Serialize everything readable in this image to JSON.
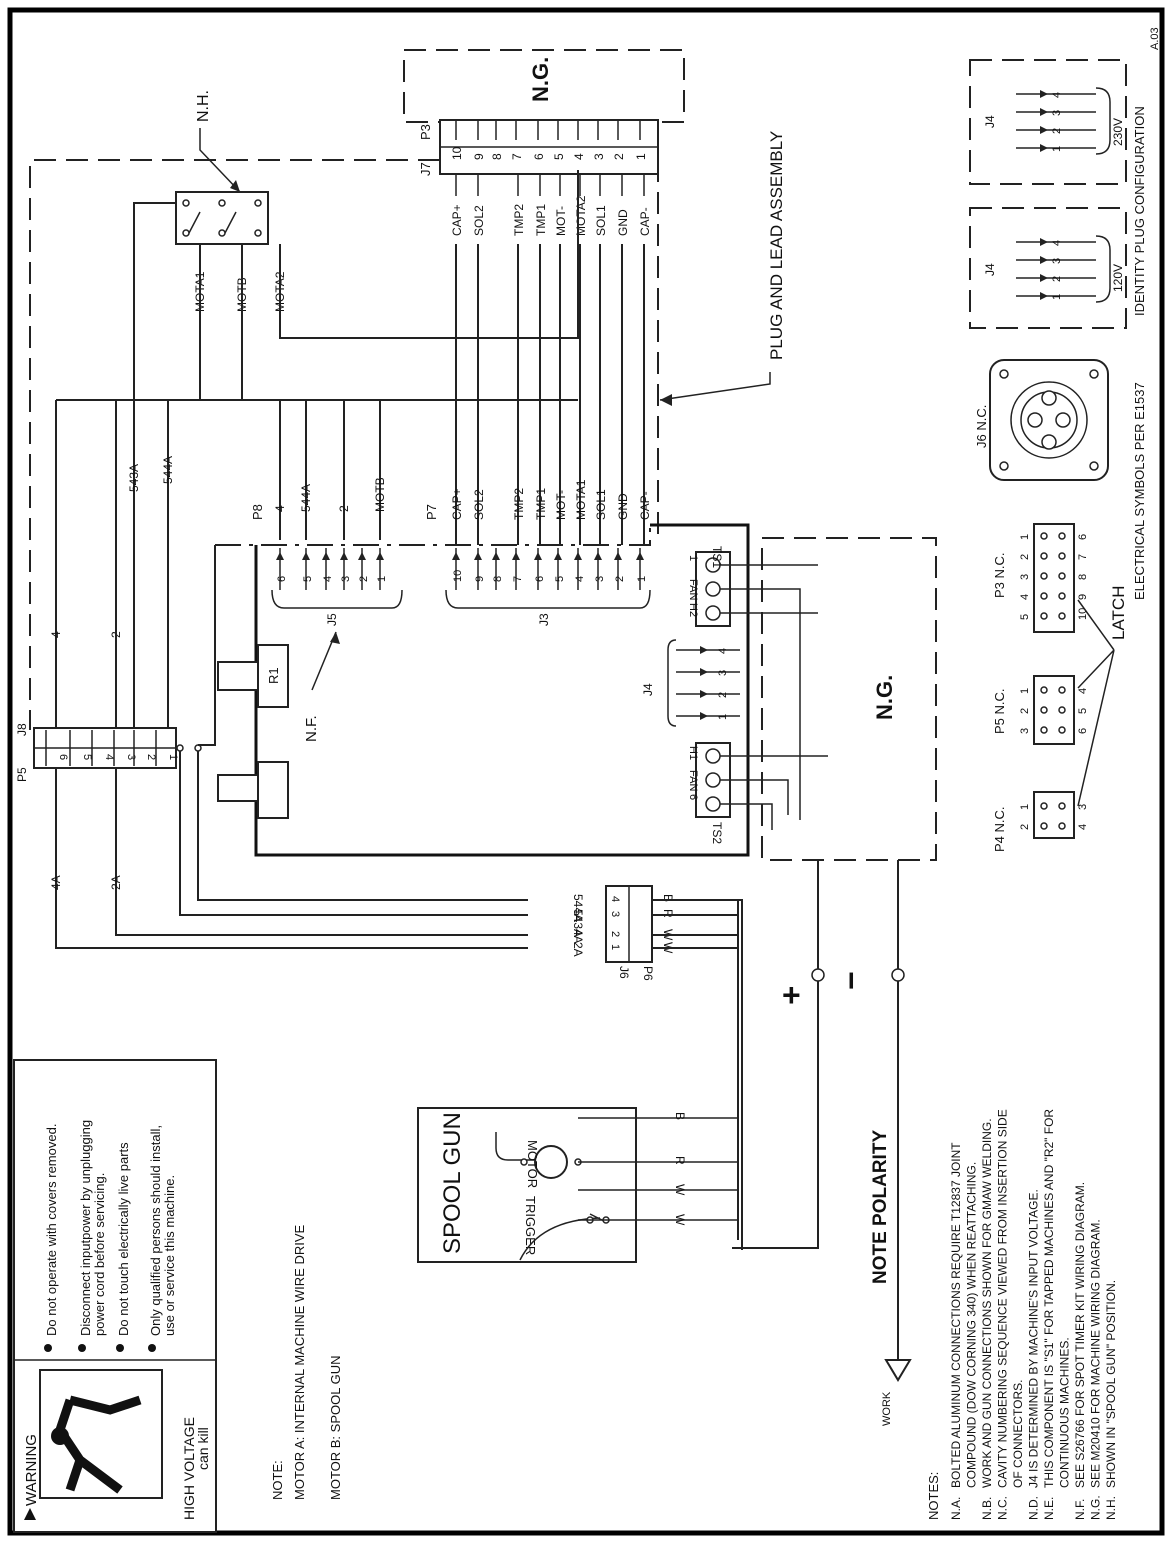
{
  "doc_id": "A.03",
  "warning": {
    "title": "WARNING",
    "caption_line1": "HIGH VOLTAGE",
    "caption_line2": "can kill",
    "bullet1": "Do not operate with covers removed.",
    "bullet2_line1": "Disconnect inputpower by unplugging",
    "bullet2_line2": "power cord before servicing.",
    "bullet3": "Do not touch electrically live parts",
    "bullet4_line1": "Only qualified persons should install,",
    "bullet4_line2": "use or service this machine."
  },
  "motor_note": {
    "heading": "NOTE:",
    "line1": "MOTOR A: INTERNAL MACHINE WIRE DRIVE",
    "line2": "MOTOR B: SPOOL GUN"
  },
  "labels": {
    "ng_top": "N.G.",
    "ng_right": "N.G.",
    "nh": "N.H.",
    "nf": "N.F.",
    "plug_assembly": "PLUG AND LEAD ASSEMBLY",
    "note_polarity": "NOTE POLARITY",
    "work": "WORK",
    "plus": "+",
    "minus": "−",
    "spool_gun": "SPOOL GUN",
    "motor": "MOTOR",
    "trigger": "TRIGGER",
    "r1": "R1",
    "latch": "LATCH",
    "electrical_symbols": "ELECTRICAL SYMBOLS PER E1537",
    "identity_plug": "IDENTITY PLUG CONFIGURATION",
    "v120": "120V",
    "v230": "230V",
    "j4": "J4",
    "j6nc": "J6 N.C.",
    "p3nc": "P3 N.C.",
    "p5nc": "P5 N.C.",
    "p4nc": "P4 N.C.",
    "ts1": "TS1",
    "ts2": "TS2",
    "fan": "FAN",
    "h1": "H1",
    "h2": "H2",
    "p3": "P3",
    "j7": "J7",
    "p7": "P7",
    "p8": "P8",
    "j3": "J3",
    "j5": "J5",
    "j4_board": "J4",
    "p5": "P5",
    "j8": "J8",
    "p6": "P6",
    "j6": "J6"
  },
  "top_wires": [
    "CAP+",
    "SOL2",
    "TMP2",
    "TMP1",
    "MOT-",
    "MOTA2",
    "SOL1",
    "GND",
    "CAP-"
  ],
  "p3_pins": [
    "10",
    "9",
    "8",
    "7",
    "6",
    "5",
    "4",
    "3",
    "2",
    "1"
  ],
  "mid_wires": [
    "CAP+",
    "SOL2",
    "TMP2",
    "TMP1",
    "MOT-",
    "MOTA1",
    "SOL1",
    "GND",
    "CAP-"
  ],
  "p8_wires": [
    "4",
    "544A",
    "2",
    "MOTB"
  ],
  "j3_pins": [
    "10",
    "9",
    "8",
    "7",
    "6",
    "5",
    "4",
    "3",
    "2",
    "1"
  ],
  "j5_pins": [
    "6",
    "5",
    "4",
    "3",
    "2",
    "1"
  ],
  "p5_pins": [
    "6",
    "5",
    "4",
    "3",
    "2",
    "1"
  ],
  "nh_wires": [
    "MOTA1",
    "MOTB",
    "MOTA2"
  ],
  "left_wires": [
    "543A",
    "544A",
    "4",
    "2",
    "4A",
    "2A"
  ],
  "p6_pins": [
    "4",
    "3",
    "2",
    "1"
  ],
  "p6_wires": [
    "544A",
    "543A",
    "4A",
    "2A"
  ],
  "p6_colors": [
    "B",
    "R",
    "W",
    "W"
  ],
  "spool_colors": [
    "B",
    "R",
    "W",
    "W"
  ],
  "ts1_pins": [
    "1",
    "FAN",
    "H2"
  ],
  "ts2_pins": [
    "H1",
    "FAN",
    "6"
  ],
  "j4_pins": [
    "4",
    "3",
    "2",
    "1"
  ],
  "identity_pins": [
    "1",
    "2",
    "3",
    "4"
  ],
  "p3nc_top": [
    "1",
    "2",
    "3",
    "4",
    "5"
  ],
  "p3nc_bot": [
    "6",
    "7",
    "8",
    "9",
    "10"
  ],
  "p5nc_top": [
    "1",
    "2",
    "3"
  ],
  "p5nc_bot": [
    "4",
    "5",
    "6"
  ],
  "p4nc_top": [
    "1",
    "2"
  ],
  "p4nc_bot": [
    "3",
    "4"
  ],
  "notes": {
    "heading": "NOTES:",
    "items": [
      [
        "N.A.",
        "BOLTED ALUMINUM CONNECTIONS REQUIRE T12837 JOINT"
      ],
      [
        "",
        "COMPOUND (DOW CORNING 340) WHEN REATTACHING."
      ],
      [
        "N.B.",
        "WORK AND GUN CONNECTIONS SHOWN FOR GMAW WELDING."
      ],
      [
        "N.C.",
        "CAVITY NUMBERING SEQUENCE VIEWED FROM INSERTION SIDE"
      ],
      [
        "",
        "OF CONNECTORS."
      ],
      [
        "N.D.",
        "J4 IS DETERMINED BY MACHINE'S INPUT VOLTAGE."
      ],
      [
        "N.E.",
        "THIS COMPONENT IS \"S1\" FOR TAPPED MACHINES AND \"R2\" FOR"
      ],
      [
        "",
        "CONTINUOUS MACHINES."
      ],
      [
        "N.F.",
        "SEE S26766 FOR SPOT TIMER KIT WIRING DIAGRAM."
      ],
      [
        "N.G.",
        "SEE M20410 FOR MACHINE WIRING DIAGRAM."
      ],
      [
        "N.H.",
        "SHOWN IN \"SPOOL GUN\" POSITION."
      ]
    ]
  }
}
